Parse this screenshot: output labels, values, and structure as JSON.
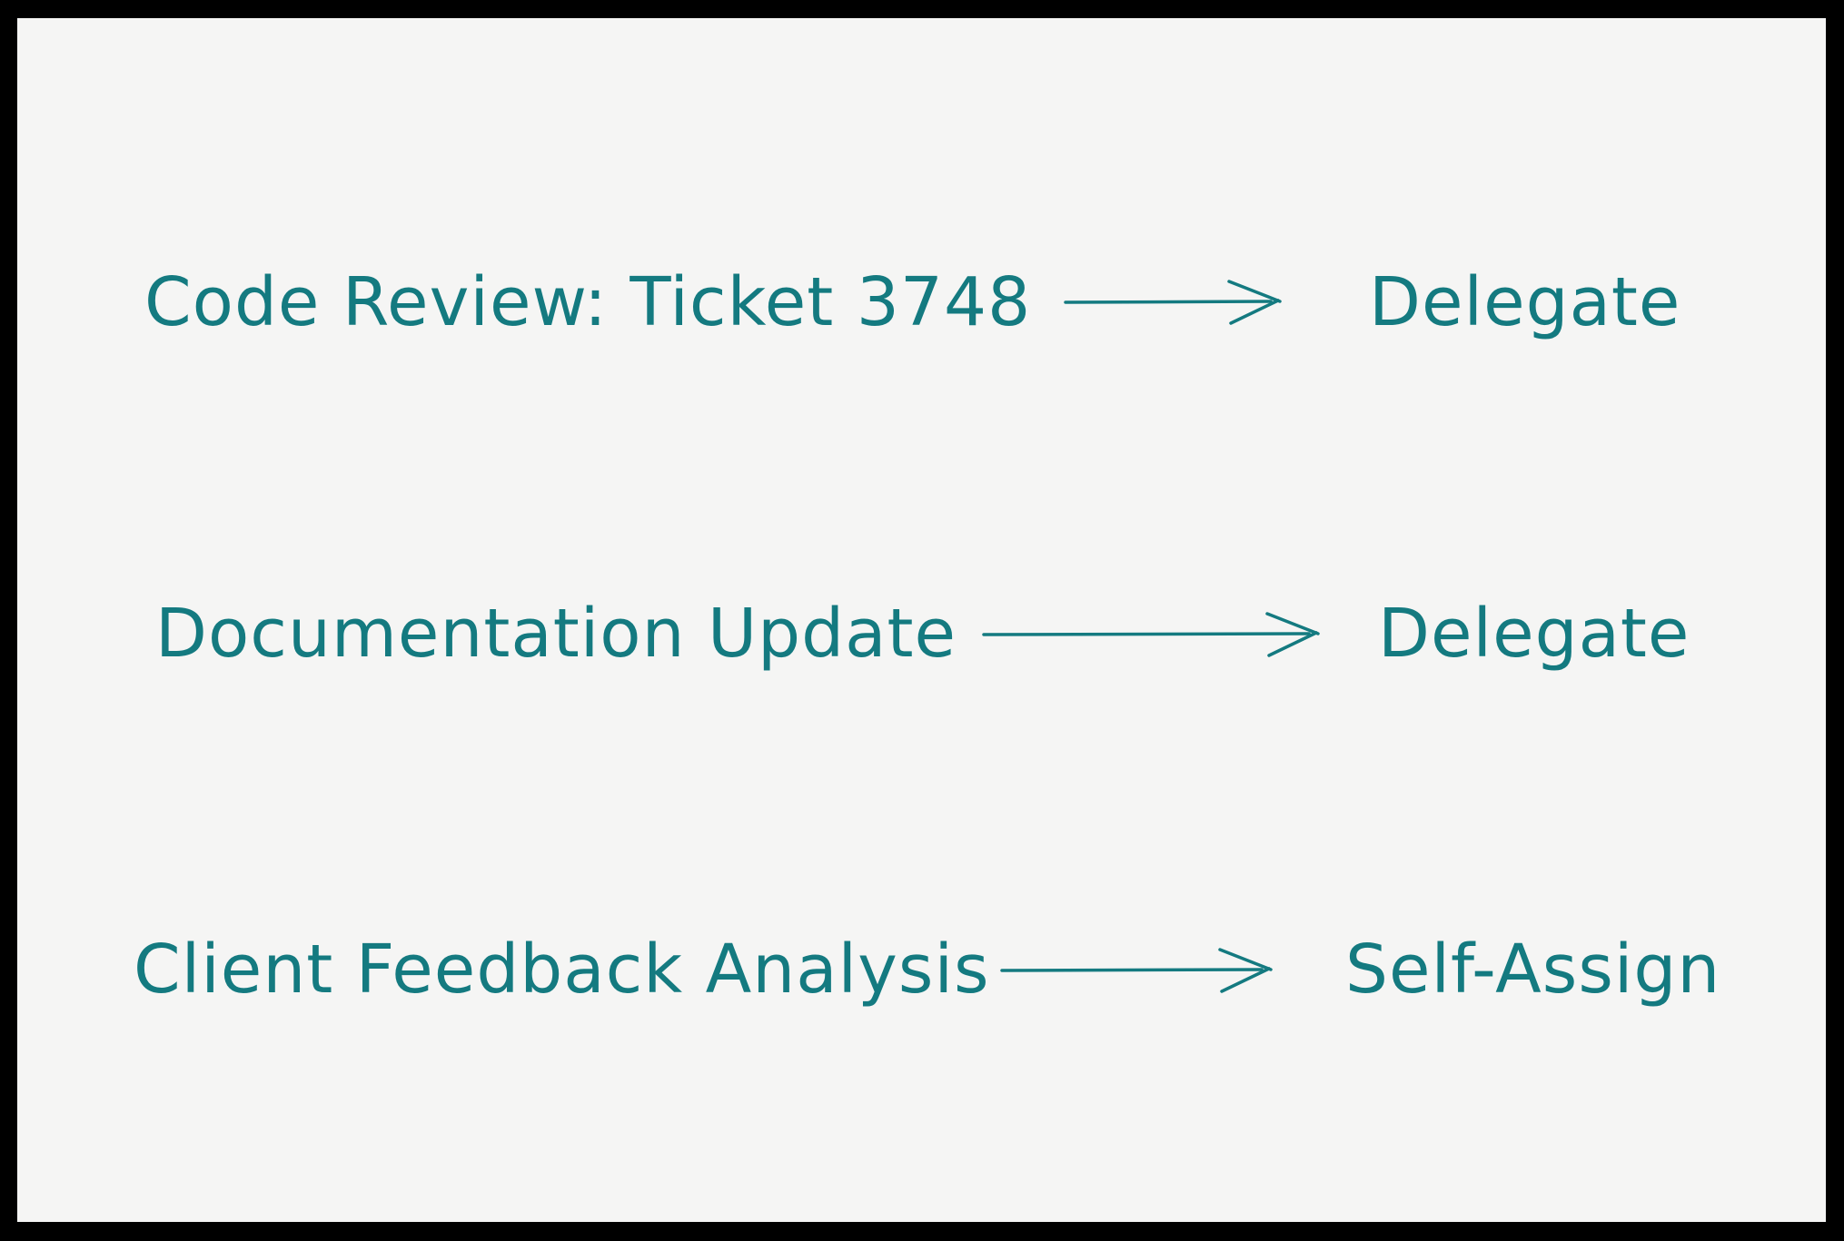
{
  "canvas": {
    "background_color": "#f5f5f4",
    "frame_color": "#000000",
    "ink_color": "#147a80"
  },
  "diagram": {
    "type": "mapping",
    "rows": [
      {
        "task": "Code Review: Ticket 3748",
        "assignment": "Delegate"
      },
      {
        "task": "Documentation Update",
        "assignment": "Delegate"
      },
      {
        "task": "Client Feedback Analysis",
        "assignment": "Self-Assign"
      }
    ],
    "connector": "right-arrow"
  }
}
